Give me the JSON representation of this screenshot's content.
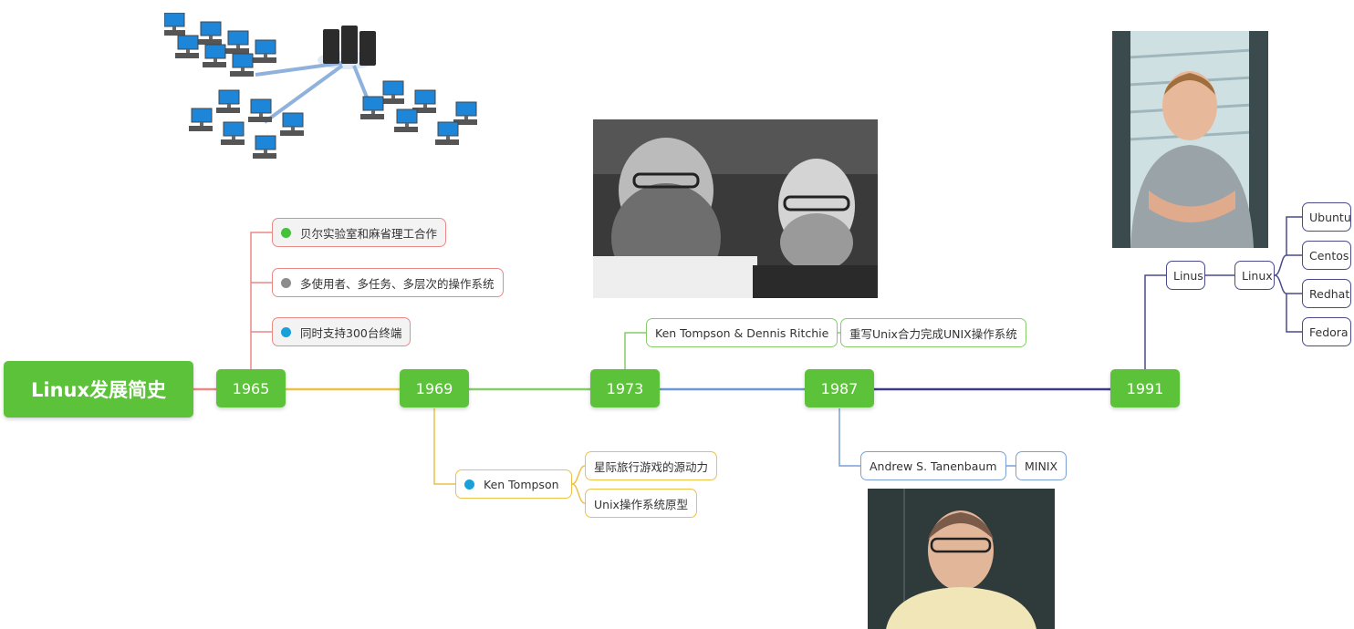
{
  "root": {
    "label": "Linux发展简史"
  },
  "years": {
    "y1965": "1965",
    "y1969": "1969",
    "y1973": "1973",
    "y1987": "1987",
    "y1991": "1991"
  },
  "nodes": {
    "bell_mit": "贝尔实验室和麻省理工合作",
    "multi_user": "多使用者、多任务、多层次的操作系统",
    "terminals": "同时支持300台终端",
    "ken_tompson": "Ken Tompson",
    "star_travel": "星际旅行游戏的源动力",
    "unix_prototype": "Unix操作系统原型",
    "ken_dennis": "Ken Tompson & Dennis Ritchie",
    "rewrite_unix": "重写Unix合力完成UNIX操作系统",
    "tanenbaum": "Andrew S. Tanenbaum",
    "minix": "MINIX",
    "linus": "Linus",
    "linux": "Linux",
    "ubuntu": "Ubuntu",
    "centos": "Centos",
    "redhat": "Redhat",
    "fedora": "Fedora"
  },
  "colors": {
    "year_fill": "#5cc23a",
    "branch_1965": "#e98a86",
    "branch_1969": "#ecc14a",
    "branch_1973": "#86cc6a",
    "branch_1987": "#7c9fd6",
    "branch_1991": "#4b4b8c",
    "dot_green": "#44c23a",
    "dot_gray": "#8c8c8c",
    "dot_blue": "#1aa0d8"
  },
  "images": {
    "network": "network-topology-illustration",
    "ken_and_dennis": "photo-ken-thompson-dennis-ritchie",
    "linus": "photo-linus-torvalds",
    "tanenbaum": "photo-andrew-tanenbaum"
  }
}
